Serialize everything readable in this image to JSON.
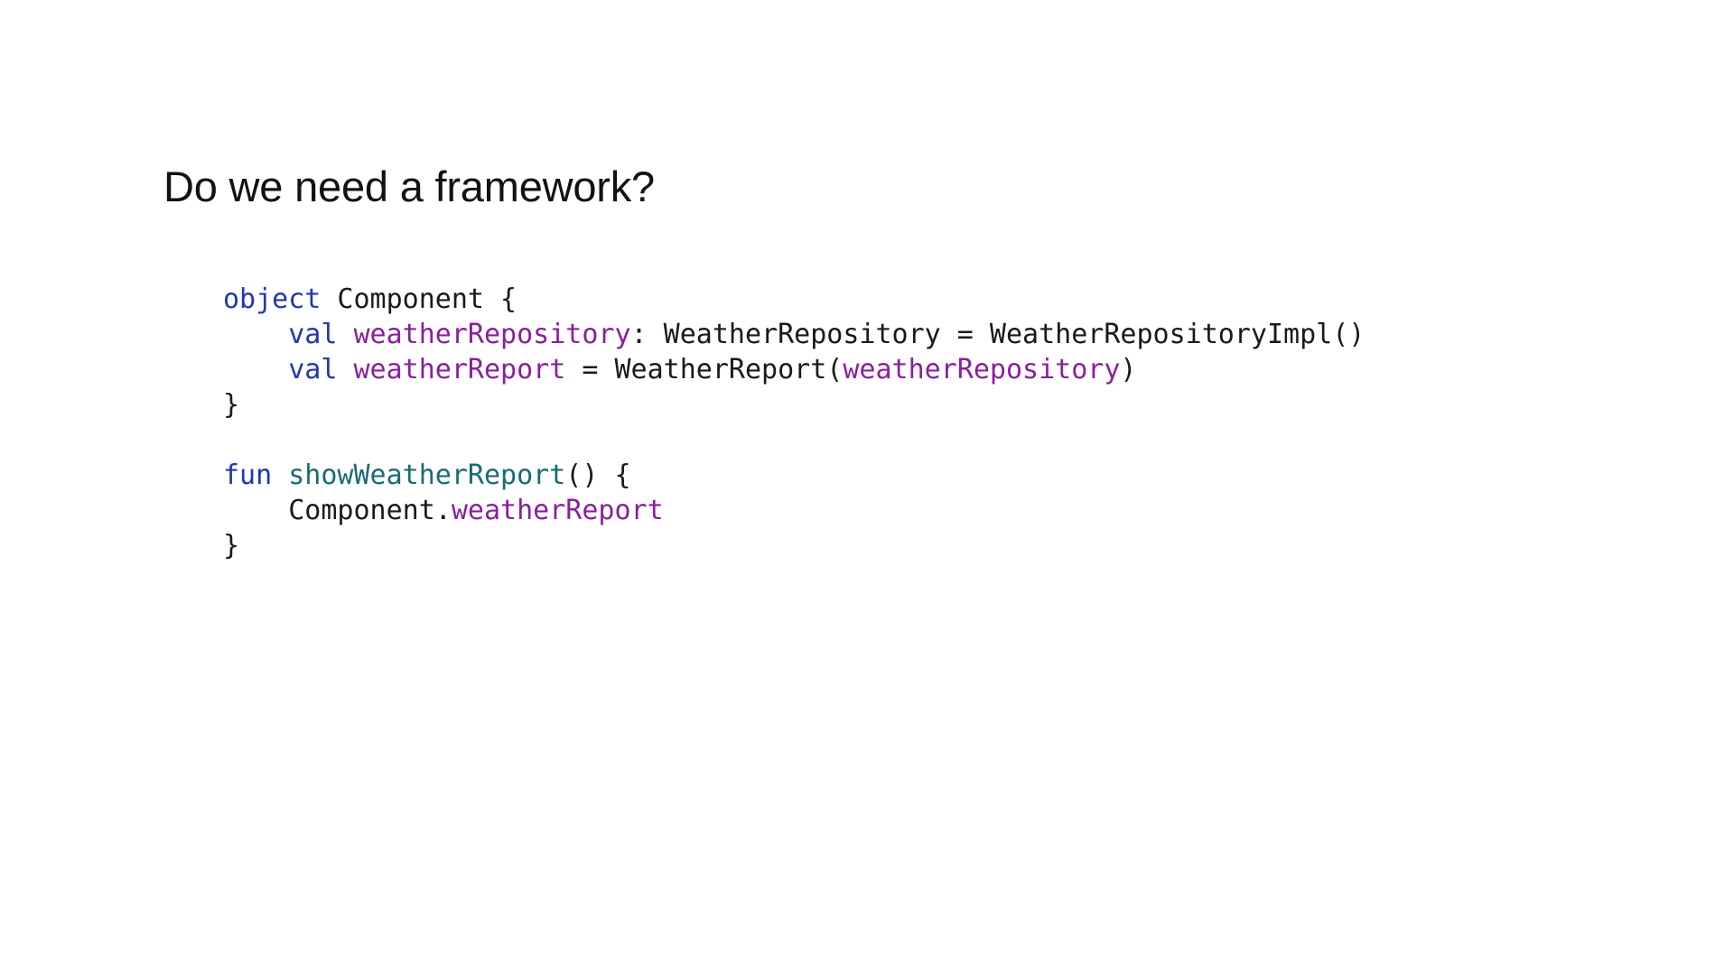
{
  "slide": {
    "background_color": "#ffffff",
    "title": "Do we need a framework?"
  },
  "theme": {
    "keyword_color": "#2038b0",
    "property_color": "#8a1f9e",
    "function_color": "#1a6b73",
    "plain_color": "#1a1a1a",
    "title_color": "#121212"
  },
  "code": {
    "language": "kotlin",
    "full_text": "object Component {\n    val weatherRepository: WeatherRepository = WeatherRepositoryImpl()\n    val weatherReport = WeatherReport(weatherRepository)\n}\n\nfun showWeatherReport() {\n    Component.weatherReport\n}",
    "lines": [
      {
        "id": "line-1",
        "tokens": [
          {
            "text": "object",
            "kind": "keyword"
          },
          {
            "text": " Component {",
            "kind": "plain"
          }
        ]
      },
      {
        "id": "line-2",
        "tokens": [
          {
            "text": "    ",
            "kind": "plain"
          },
          {
            "text": "val",
            "kind": "keyword"
          },
          {
            "text": " ",
            "kind": "plain"
          },
          {
            "text": "weatherRepository",
            "kind": "property"
          },
          {
            "text": ": WeatherRepository = WeatherRepositoryImpl()",
            "kind": "plain"
          }
        ]
      },
      {
        "id": "line-3",
        "tokens": [
          {
            "text": "    ",
            "kind": "plain"
          },
          {
            "text": "val",
            "kind": "keyword"
          },
          {
            "text": " ",
            "kind": "plain"
          },
          {
            "text": "weatherReport",
            "kind": "property"
          },
          {
            "text": " = WeatherReport(",
            "kind": "plain"
          },
          {
            "text": "weatherRepository",
            "kind": "property"
          },
          {
            "text": ")",
            "kind": "plain"
          }
        ]
      },
      {
        "id": "line-4",
        "tokens": [
          {
            "text": "}",
            "kind": "plain"
          }
        ]
      },
      {
        "id": "line-5",
        "tokens": []
      },
      {
        "id": "line-6",
        "tokens": [
          {
            "text": "fun",
            "kind": "keyword"
          },
          {
            "text": " ",
            "kind": "plain"
          },
          {
            "text": "showWeatherReport",
            "kind": "function"
          },
          {
            "text": "() {",
            "kind": "plain"
          }
        ]
      },
      {
        "id": "line-7",
        "tokens": [
          {
            "text": "    Component.",
            "kind": "plain"
          },
          {
            "text": "weatherReport",
            "kind": "property"
          }
        ]
      },
      {
        "id": "line-8",
        "tokens": [
          {
            "text": "}",
            "kind": "plain"
          }
        ]
      }
    ]
  }
}
